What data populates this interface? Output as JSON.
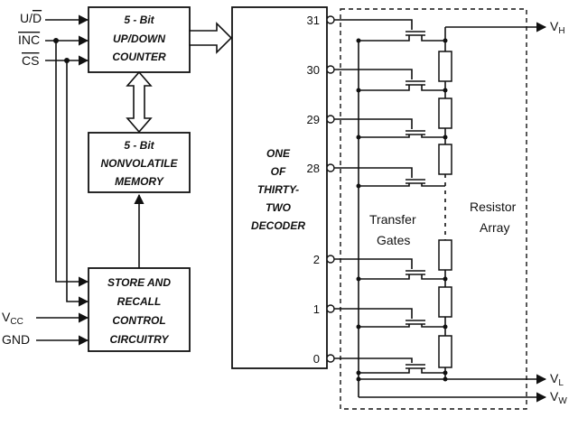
{
  "inputs": {
    "ud": {
      "main": "U/",
      "bar": "D"
    },
    "inc": "INC",
    "cs": "CS",
    "vcc": {
      "main": "V",
      "sub": "CC"
    },
    "gnd": "GND"
  },
  "blocks": {
    "counter": [
      "5 - Bit",
      "UP/DOWN",
      "COUNTER"
    ],
    "memory": [
      "5 - Bit",
      "NONVOLATILE",
      "MEMORY"
    ],
    "store": [
      "STORE AND",
      "RECALL",
      "CONTROL",
      "CIRCUITRY"
    ],
    "decoder": [
      "ONE",
      "OF",
      "THIRTY-",
      "TWO",
      "DECODER"
    ]
  },
  "decoder_outputs": [
    "31",
    "30",
    "29",
    "28",
    "2",
    "1",
    "0"
  ],
  "array_labels": {
    "transfer_gates": [
      "Transfer",
      "Gates"
    ],
    "resistor_array": [
      "Resistor",
      "Array"
    ]
  },
  "outputs": {
    "vh": {
      "main": "V",
      "sub": "H"
    },
    "vl": {
      "main": "V",
      "sub": "L"
    },
    "vw": {
      "main": "V",
      "sub": "W"
    }
  }
}
